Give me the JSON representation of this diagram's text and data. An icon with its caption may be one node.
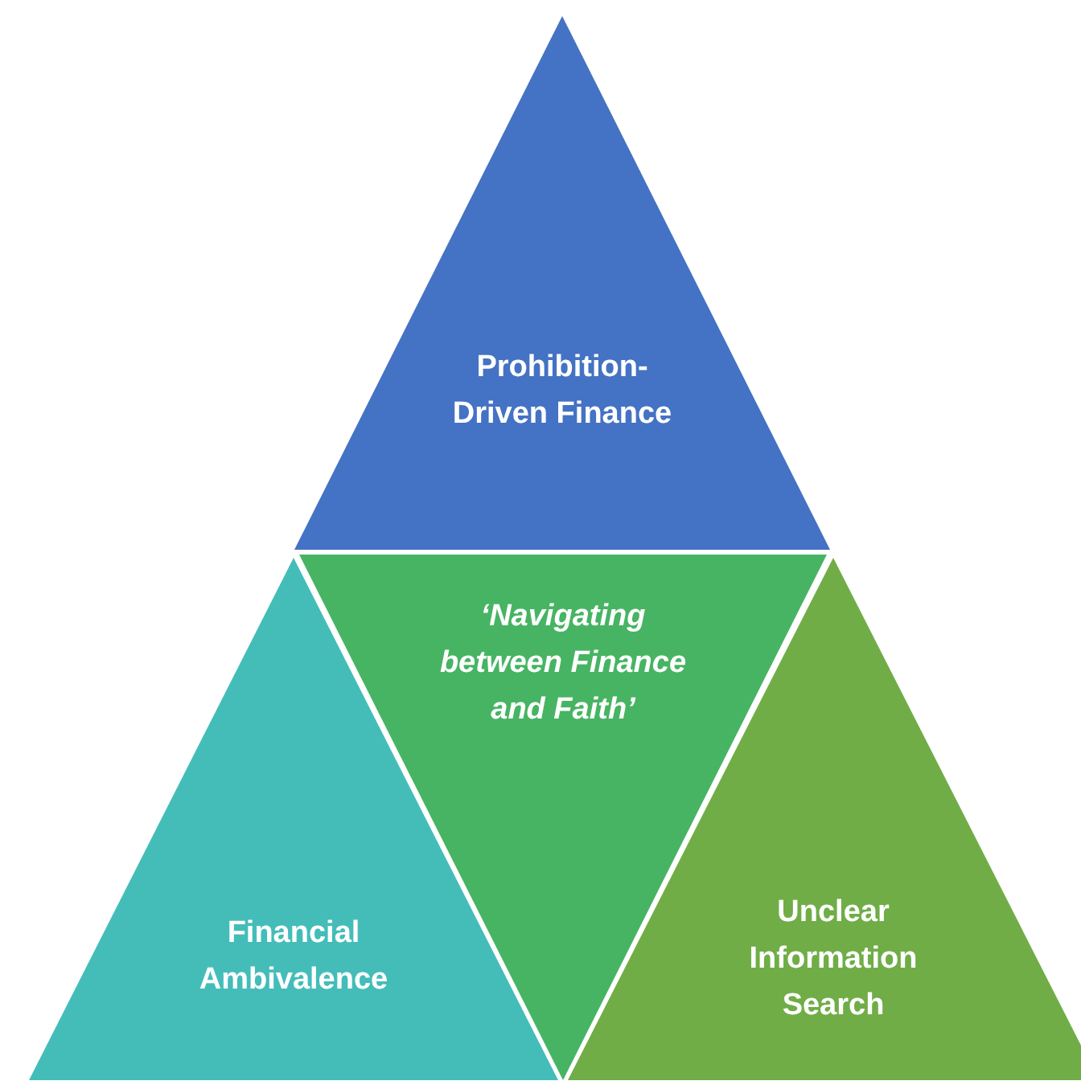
{
  "diagram": {
    "nodes": [
      {
        "text": [
          "Prohibition-Driven Finance"
        ]
      },
      {
        "text": [
          "Financial Ambivalence"
        ]
      },
      {
        "text": [
          "‘Navigating between Finance and Faith’"
        ]
      },
      {
        "text": [
          "Unclear Information Search"
        ]
      }
    ]
  }
}
